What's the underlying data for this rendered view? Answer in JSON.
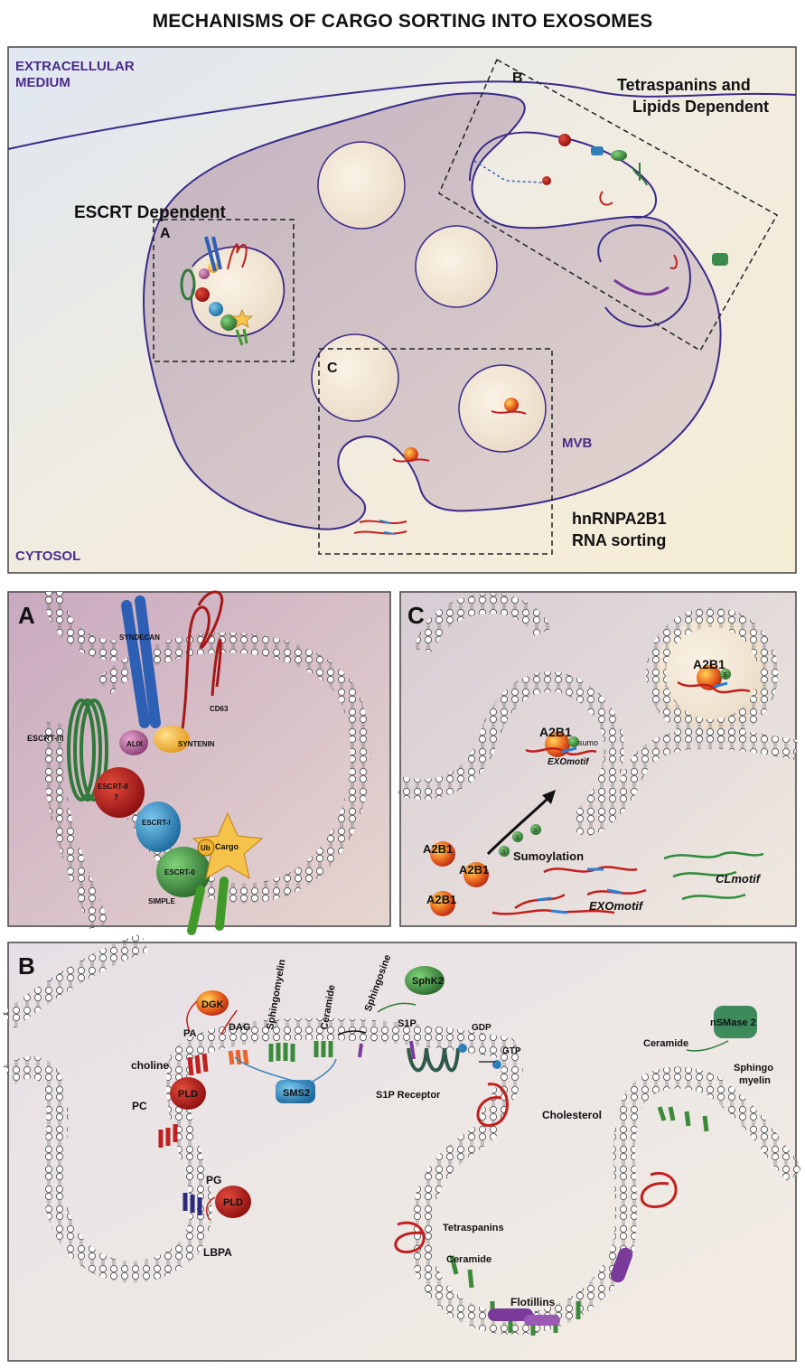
{
  "title": "MECHANISMS OF CARGO SORTING INTO EXOSOMES",
  "overview": {
    "extracellular_line1": "EXTRACELLULAR",
    "extracellular_line2": "MEDIUM",
    "cytosol": "CYTOSOL",
    "mvb": "MVB",
    "escrt_dependent": "ESCRT Dependent",
    "tetraspanins_line1": "Tetraspanins and",
    "tetraspanins_line2": "Lipids Dependent",
    "hnrnp_line1": "hnRNPA2B1",
    "hnrnp_line2": "RNA sorting",
    "box_a": "A",
    "box_b": "B",
    "box_c": "C"
  },
  "panel_a": {
    "letter": "A",
    "labels": {
      "syndecan": "SYNDECAN",
      "cd63": "CD63",
      "escrt3": "ESCRT-III",
      "alix": "ALIX",
      "syntenin": "SYNTENIN",
      "escrt2": "ESCRT-II",
      "question": "?",
      "escrt1": "ESCRT-I",
      "ub": "Ub",
      "cargo": "Cargo",
      "escrt0": "ESCRT-0",
      "simple": "SIMPLE"
    }
  },
  "panel_c": {
    "letter": "C",
    "labels": {
      "a2b1_vesicle": "A2B1",
      "s_vesicle": "S",
      "a2b1_bud": "A2B1",
      "sumo": "sumo",
      "exomotif_bud": "EXOmotif",
      "sumoylation": "Sumoylation",
      "s": "S",
      "a2b1_1": "A2B1",
      "a2b1_2": "A2B1",
      "a2b1_3": "A2B1",
      "exomotif": "EXOmotif",
      "clmotif": "CLmotif"
    }
  },
  "panel_b": {
    "letter": "B",
    "labels": {
      "dgk": "DGK",
      "sphingomyelin": "Sphingomyelin",
      "ceramide_top": "Ceramide",
      "sphingosine": "Sphingosine",
      "sphk2": "SphK2",
      "pa": "PA",
      "dag": "DAG",
      "s1p": "S1P",
      "gdp": "GDP",
      "gtp": "GTP",
      "choline": "choline",
      "sms2": "SMS2",
      "s1p_receptor": "S1P Receptor",
      "pc": "PC",
      "pld_1": "PLD",
      "pg": "PG",
      "pld_2": "PLD",
      "lbpa": "LBPA",
      "ceramide_right": "Ceramide",
      "nsmase2": "nSMase 2",
      "cholesterol": "Cholesterol",
      "sphingo": "Sphingo",
      "myelin": "myelin",
      "tetraspanins": "Tetraspanins",
      "ceramide_bottom": "Ceramide",
      "flotillins": "Flotillins"
    }
  },
  "colors": {
    "cell_fill": "#c9b9c4",
    "background": "#f3efe4",
    "membrane_outline": "#3a2a8a",
    "escrt_green": "#2f7a3a",
    "escrt_red": "#b01c1c",
    "escrt_blue": "#2e7fb8",
    "alix_pink": "#b06a9a",
    "syntenin_orange": "#f0a030",
    "rna_red": "#c0201e",
    "rna_blue": "#2b7fd0",
    "rna_green": "#2f8a3a",
    "lipid_green": "#3b8a3a",
    "lipid_purple": "#7a3a9a"
  }
}
